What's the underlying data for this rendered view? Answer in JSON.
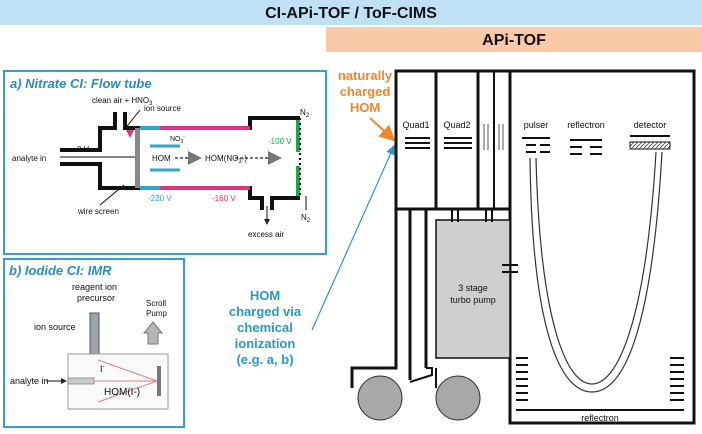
{
  "header": {
    "top_title": "CI-APi-TOF / ToF-CIMS",
    "sub_title": "APi-TOF",
    "top_color": "#bfe0f5",
    "sub_color": "#f9c9a8"
  },
  "panel_a": {
    "title": "a) Nitrate CI: Flow tube",
    "clean_air": "clean air + HNO",
    "clean_air_sub": "3",
    "ion_source": "ion source",
    "no3": "NO",
    "no3_sub": "3",
    "no3_sup": "-",
    "zero_v": "0 V",
    "analyte_in": "analyte in",
    "hom": "HOM",
    "hom_cluster": "HOM(NO",
    "hom_cluster_sub": "3",
    "hom_cluster_end": "-)",
    "v_minus_100": "-100 V",
    "v_minus_220": "-220 V",
    "v_minus_160": "-160 V",
    "n2_top": "N",
    "n2_top_sub": "2",
    "n2_bottom": "N",
    "n2_bottom_sub": "2",
    "wire_screen": "wire screen",
    "excess_air": "excess air",
    "border_color": "#3a9bd4",
    "cyan": "#2aa7c9",
    "magenta": "#e0337f",
    "green": "#1aa84a"
  },
  "panel_b": {
    "title": "b) Iodide CI: IMR",
    "reagent_line1": "reagent ion",
    "reagent_line2": "precursor",
    "ion_source": "ion source",
    "scroll_line1": "Scroll",
    "scroll_line2": "Pump",
    "analyte_in": "analyte in",
    "iodide": "I",
    "iodide_sup": "-",
    "hom_i": "HOM(I",
    "hom_i_end": "-)"
  },
  "labels": {
    "naturally_line1": "naturally",
    "naturally_line2": "charged",
    "naturally_line3": "HOM",
    "charged_line1": "HOM",
    "charged_line2": "charged via",
    "charged_line3": "chemical",
    "charged_line4": "ionization",
    "charged_line5": "(e.g. a, b)",
    "orange": "#f0872b",
    "blue": "#2a97c9"
  },
  "instrument": {
    "quad1": "Quad1",
    "quad2": "Quad2",
    "pulser": "pulser",
    "reflectron_top": "reflectron",
    "detector": "detector",
    "pump_line1": "3 stage",
    "pump_line2": "turbo pump",
    "reflectron_bottom": "reflectron"
  }
}
